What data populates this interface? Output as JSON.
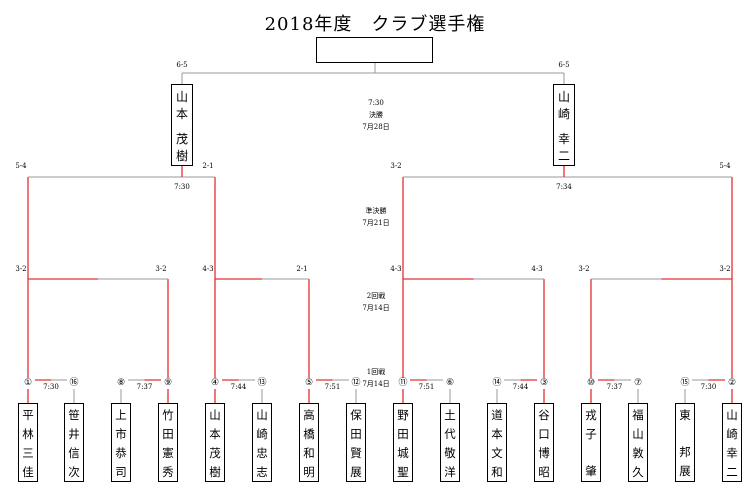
{
  "title": "2018年度　クラブ選手権",
  "rounds": {
    "final": {
      "time": "7:30",
      "name": "決勝",
      "date": "7月28日"
    },
    "semifinal": {
      "name": "準決勝",
      "date": "7月21日"
    },
    "round2": {
      "name": "2回戦",
      "date": "7月14日"
    },
    "round1": {
      "name": "1回戦",
      "date": "7月14日"
    }
  },
  "finalists": [
    {
      "name": "山本茂樹",
      "lines": [
        "山",
        "本",
        "",
        "茂",
        "樹"
      ],
      "score": "6-5"
    },
    {
      "name": "山崎幸二",
      "lines": [
        "山",
        "崎",
        "",
        "幸",
        "二"
      ],
      "score": "6-5"
    }
  ],
  "semifinal_matches": [
    {
      "time": "7:30",
      "scores": [
        "5-4",
        "2-1"
      ]
    },
    {
      "time": "7:34",
      "scores": [
        "3-2",
        "5-4"
      ]
    }
  ],
  "round2_scores": [
    [
      "3-2",
      "3-2"
    ],
    [
      "4-3",
      "2-1"
    ],
    [
      "4-3",
      "4-3"
    ],
    [
      "3-2",
      "3-2"
    ]
  ],
  "round1_times": [
    "7:30",
    "7:37",
    "7:44",
    "7:51",
    "7:51",
    "7:44",
    "7:37",
    "7:30"
  ],
  "players": [
    {
      "seed": "①",
      "name": "平林三佳",
      "lines": [
        "平",
        "林",
        "三",
        "佳"
      ]
    },
    {
      "seed": "⑯",
      "name": "笹井信次",
      "lines": [
        "笹",
        "井",
        "信",
        "次"
      ]
    },
    {
      "seed": "⑧",
      "name": "上市恭司",
      "lines": [
        "上",
        "市",
        "恭",
        "司"
      ]
    },
    {
      "seed": "⑨",
      "name": "竹田憲秀",
      "lines": [
        "竹",
        "田",
        "憲",
        "秀"
      ]
    },
    {
      "seed": "④",
      "name": "山本茂樹",
      "lines": [
        "山",
        "本",
        "茂",
        "樹"
      ]
    },
    {
      "seed": "⑬",
      "name": "山崎忠志",
      "lines": [
        "山",
        "崎",
        "忠",
        "志"
      ]
    },
    {
      "seed": "⑤",
      "name": "高橋和明",
      "lines": [
        "高",
        "橋",
        "和",
        "明"
      ]
    },
    {
      "seed": "⑫",
      "name": "保田賢展",
      "lines": [
        "保",
        "田",
        "賢",
        "展"
      ]
    },
    {
      "seed": "⑪",
      "name": "野田城聖",
      "lines": [
        "野",
        "田",
        "城",
        "聖"
      ]
    },
    {
      "seed": "⑥",
      "name": "土代敬洋",
      "lines": [
        "土",
        "代",
        "敬",
        "洋"
      ]
    },
    {
      "seed": "⑭",
      "name": "道本文和",
      "lines": [
        "道",
        "本",
        "文",
        "和"
      ]
    },
    {
      "seed": "③",
      "name": "谷口博昭",
      "lines": [
        "谷",
        "口",
        "博",
        "昭"
      ]
    },
    {
      "seed": "⑩",
      "name": "戎子肇",
      "lines": [
        "戎",
        "子",
        "",
        "肇"
      ]
    },
    {
      "seed": "⑦",
      "name": "福山敦久",
      "lines": [
        "福",
        "山",
        "敦",
        "久"
      ]
    },
    {
      "seed": "⑮",
      "name": "東邦展",
      "lines": [
        "東",
        "",
        "邦",
        "展"
      ]
    },
    {
      "seed": "②",
      "name": "山崎幸二",
      "lines": [
        "山",
        "崎",
        "幸",
        "二"
      ]
    }
  ],
  "winner_path": {
    "round1": [
      0,
      3,
      4,
      6,
      8,
      11,
      12,
      15
    ],
    "round2": [
      0,
      2,
      4,
      7
    ],
    "semifinal": [
      2,
      7
    ]
  },
  "colors": {
    "win_line": "#e53030",
    "line": "#999999",
    "text": "#000000",
    "border": "#000000"
  }
}
